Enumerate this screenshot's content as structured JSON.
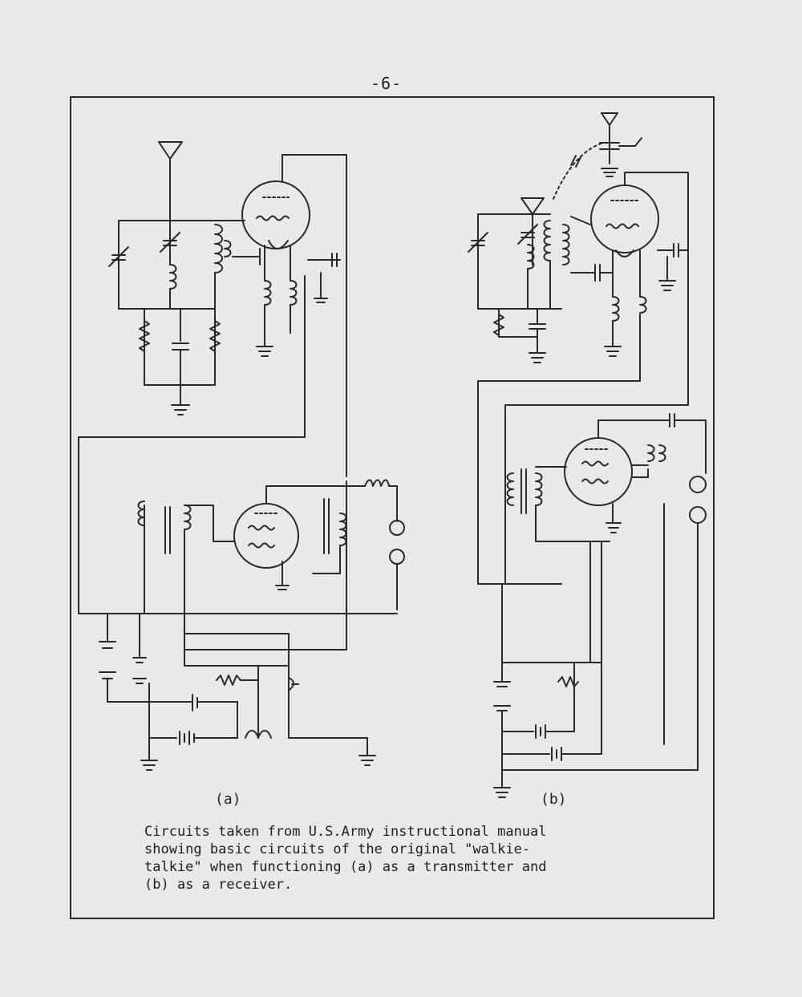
{
  "page": {
    "number_label": "-6-"
  },
  "figure": {
    "label_a": "(a)",
    "label_b": "(b)",
    "caption_lines": [
      "Circuits taken from U.S.Army instructional manual",
      "showing basic circuits of the original \"walkie-",
      "talkie\" when functioning (a) as a transmitter and",
      "(b) as a receiver."
    ]
  },
  "colors": {
    "paper": "#e9e9e9",
    "ink": "#2a2a2a"
  }
}
